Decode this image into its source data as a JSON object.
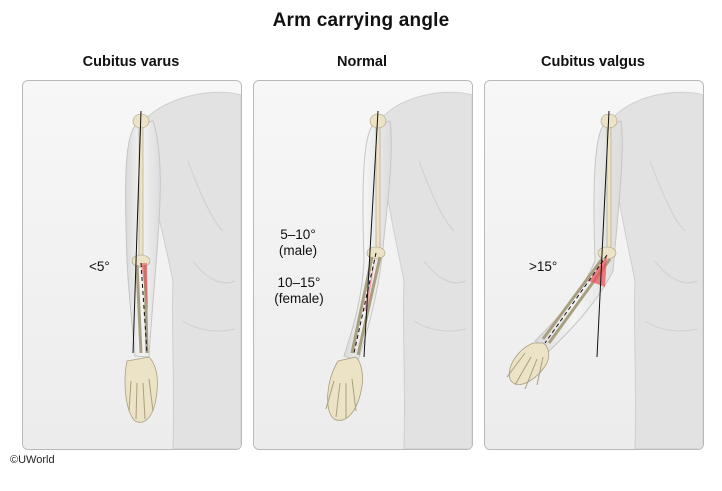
{
  "title": "Arm carrying angle",
  "panels": [
    {
      "heading": "Cubitus varus",
      "angle_label": "<5°"
    },
    {
      "heading": "Normal",
      "angle_label_male": "5–10°",
      "angle_label_male_sub": "(male)",
      "angle_label_female": "10–15°",
      "angle_label_female_sub": "(female)"
    },
    {
      "heading": "Cubitus valgus",
      "angle_label": ">15°"
    }
  ],
  "copyright": "©UWorld",
  "colors": {
    "angle_fill": "#e8545c",
    "bone": "#ece3c6",
    "skin": "#e6e6e6"
  }
}
